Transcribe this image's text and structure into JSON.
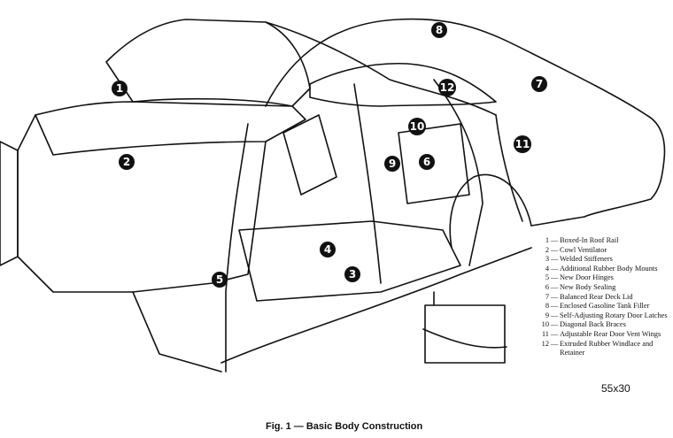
{
  "badges": [
    {
      "label": "1"
    },
    {
      "label": "2"
    },
    {
      "label": "3"
    },
    {
      "label": "4"
    },
    {
      "label": "5"
    },
    {
      "label": "6"
    },
    {
      "label": "7"
    },
    {
      "label": "8"
    },
    {
      "label": "9"
    },
    {
      "label": "10"
    },
    {
      "label": "11"
    },
    {
      "label": "12"
    }
  ],
  "legend": [
    {
      "num": "1",
      "text": "Boxed-In Roof Rail"
    },
    {
      "num": "2",
      "text": "Cowl Ventilator"
    },
    {
      "num": "3",
      "text": "Welded Stiffeners"
    },
    {
      "num": "4",
      "text": "Additional Rubber Body Mounts"
    },
    {
      "num": "5",
      "text": "New Door Hinges"
    },
    {
      "num": "6",
      "text": "New Body Sealing"
    },
    {
      "num": "7",
      "text": "Balanced Rear Deck Lid"
    },
    {
      "num": "8",
      "text": "Enclosed Gasoline Tank Filler"
    },
    {
      "num": "9",
      "text": "Self-Adjusting Rotary Door Latches"
    },
    {
      "num": "10",
      "text": "Diagonal Back Braces"
    },
    {
      "num": "11",
      "text": "Adjustable Rear Door Vent Wings"
    },
    {
      "num": "12",
      "text": "Extruded Rubber Windlace and Retainer"
    }
  ],
  "figure_code": "55x30",
  "caption": "Fig. 1 — Basic Body Construction",
  "colors": {
    "ink": "#111111",
    "paper": "#ffffff"
  }
}
